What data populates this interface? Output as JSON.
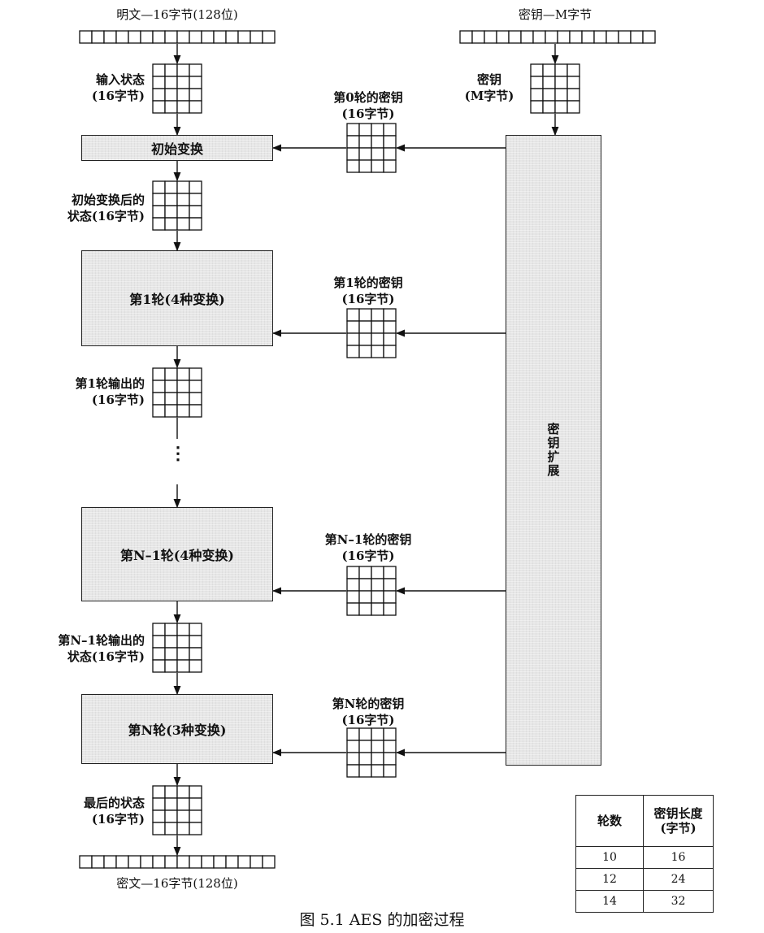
{
  "plaintext_label": "明文—16字节(128位)",
  "key_label": "密钥—M字节",
  "input_state": {
    "line1": "输入状态",
    "line2": "(16字节)"
  },
  "key_bytes": {
    "line1": "密钥",
    "line2": "(M字节)"
  },
  "round_key_0": {
    "line1": "第0轮的密钥",
    "line2": "(16字节)"
  },
  "initial_transform": "初始变换",
  "after_initial": {
    "line1": "初始变换后的",
    "line2": "状态(16字节)"
  },
  "round_1": "第1轮(4种变换)",
  "round_key_1": {
    "line1": "第1轮的密钥",
    "line2": "(16字节)"
  },
  "round_1_output": {
    "line1": "第1轮输出的",
    "line2": "(16字节)"
  },
  "ellipsis": "⋮",
  "round_n1": "第N–1轮(4种变换)",
  "round_key_n1": {
    "line1": "第N–1轮的密钥",
    "line2": "(16字节)"
  },
  "round_n1_output": {
    "line1": "第N–1轮输出的",
    "line2": "状态(16字节)"
  },
  "round_n": "第N轮(3种变换)",
  "round_key_n": {
    "line1": "第N轮的密钥",
    "line2": "(16字节)"
  },
  "final_state": {
    "line1": "最后的状态",
    "line2": "(16字节)"
  },
  "ciphertext_label": "密文—16字节(128位)",
  "key_expansion": "密钥扩展",
  "table": {
    "header_rounds": "轮数",
    "header_key_len": "密钥长度(字节)",
    "rows": [
      {
        "rounds": "10",
        "key_len": "16"
      },
      {
        "rounds": "12",
        "key_len": "24"
      },
      {
        "rounds": "14",
        "key_len": "32"
      }
    ]
  },
  "caption": "图 5.1   AES 的加密过程"
}
